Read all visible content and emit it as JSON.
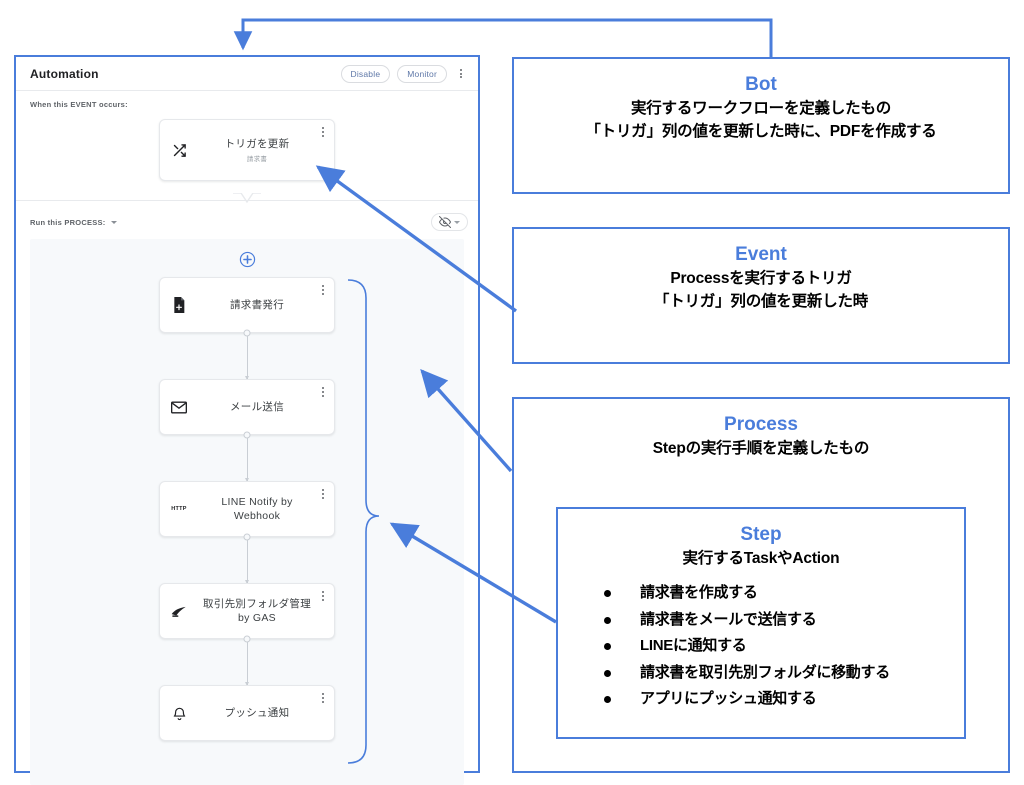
{
  "app": {
    "title": "Automation",
    "buttons": {
      "disable": "Disable",
      "monitor": "Monitor"
    },
    "kebab_icon": "more-vert-icon",
    "event_section_label": "When this EVENT occurs:",
    "process_section_label": "Run this PROCESS:",
    "visibility_icon": "eye-off-icon",
    "add_step_icon": "add-circle-icon",
    "trigger_card": {
      "icon": "shuffle-icon",
      "title": "トリガを更新",
      "subtitle": "請求書"
    },
    "steps": [
      {
        "icon": "file-document-icon",
        "title": "請求書発行"
      },
      {
        "icon": "mail-icon",
        "title": "メール送信"
      },
      {
        "icon": "http-icon",
        "title": "LINE Notify by Webhook"
      },
      {
        "icon": "script-icon",
        "title": "取引先別フォルダ管理 by GAS"
      },
      {
        "icon": "bell-icon",
        "title": "プッシュ通知"
      }
    ]
  },
  "notes": {
    "bot": {
      "title": "Bot",
      "lines": [
        "実行するワークフローを定義したもの",
        "「トリガ」列の値を更新した時に、PDFを作成する"
      ]
    },
    "event": {
      "title": "Event",
      "lines": [
        "Processを実行するトリガ",
        "「トリガ」列の値を更新した時"
      ]
    },
    "process": {
      "title": "Process",
      "lines": [
        "Stepの実行手順を定義したもの"
      ]
    },
    "step": {
      "title": "Step",
      "lines": [
        "実行するTaskやAction"
      ],
      "items": [
        "請求書を作成する",
        "請求書をメールで送信する",
        "LINEに通知する",
        "請求書を取引先別フォルダに移動する",
        "アプリにプッシュ通知する"
      ]
    }
  },
  "colors": {
    "accent": "#4a7ddb",
    "panel_border": "#4a7ddb",
    "card_border": "#e6e8eb",
    "canvas_bg": "#f7f9fb"
  }
}
